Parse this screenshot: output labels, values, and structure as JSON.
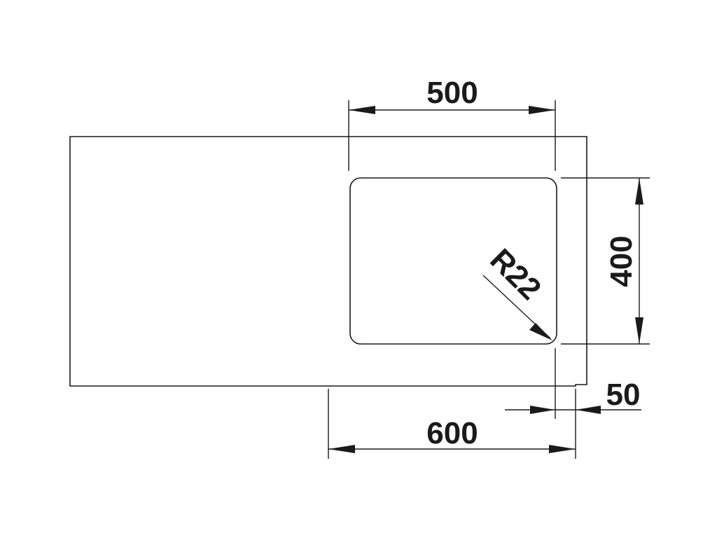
{
  "dimensions": {
    "sink_width": "500",
    "sink_depth": "400",
    "corner_radius": "R22",
    "edge_offset": "50",
    "cabinet_width": "600"
  },
  "colors": {
    "ink": "#1a1a1a",
    "background": "#ffffff"
  }
}
